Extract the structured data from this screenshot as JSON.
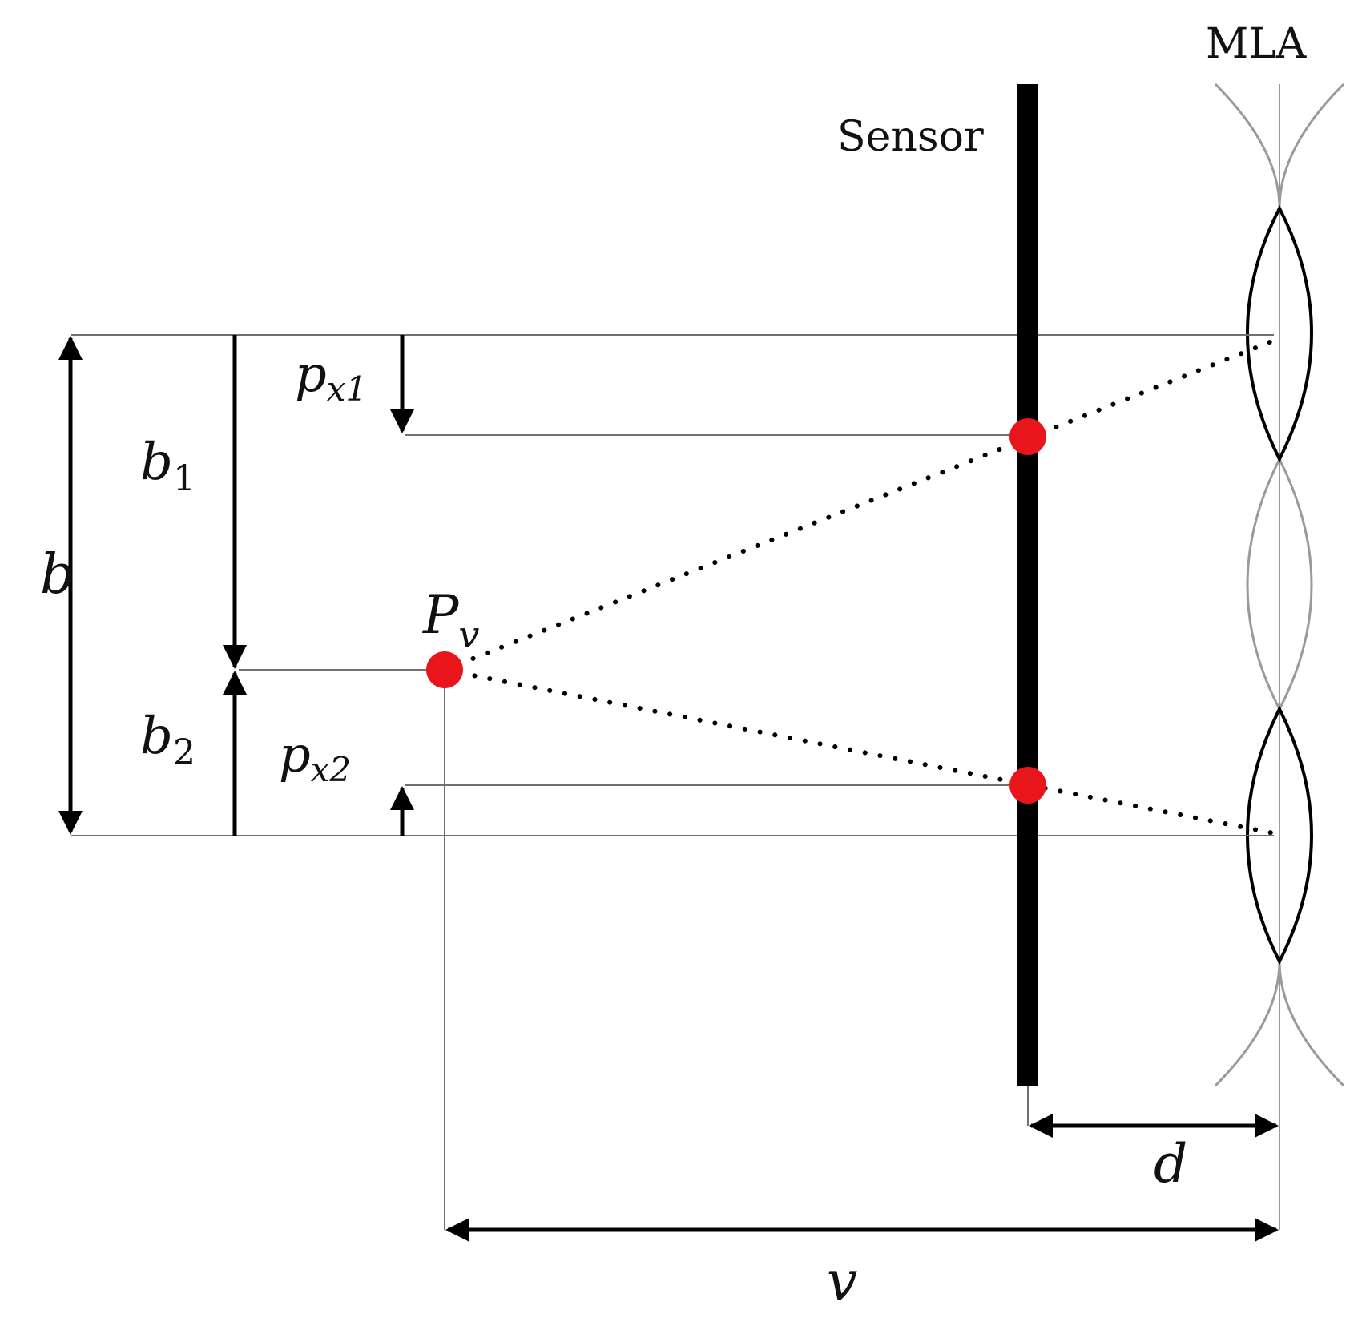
{
  "labels": {
    "mla": "MLA",
    "sensor": "Sensor",
    "b": "b",
    "b_sym": "b",
    "b1_sub": "1",
    "b2_sub": "2",
    "px_sym": "p",
    "px1_sub": "x1",
    "px2_sub": "x2",
    "pv_sym": "P",
    "pv_sub": "v",
    "d": "d",
    "v": "v"
  },
  "colors": {
    "line": "#000000",
    "guide": "#707070",
    "lens_light": "#9a9a9a",
    "point": "#e8151b",
    "background": "#ffffff"
  }
}
